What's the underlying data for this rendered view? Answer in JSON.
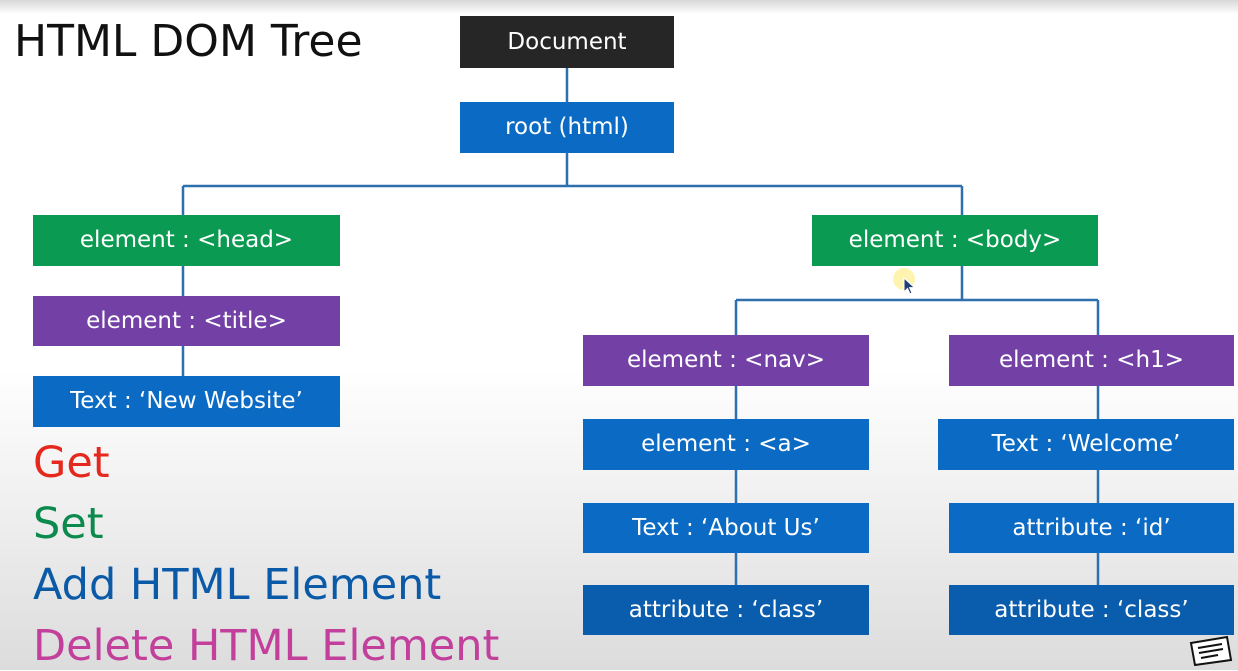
{
  "title": "HTML DOM Tree",
  "tree": {
    "document": "Document",
    "root": "root (html)",
    "head": "element : <head>",
    "title": "element : <title>",
    "title_text": "Text : ‘New Website’",
    "body": "element : <body>",
    "nav": "element : <nav>",
    "a": "element : <a>",
    "a_text": "Text : ‘About Us’",
    "a_attr": "attribute : ‘class’",
    "h1": "element : <h1>",
    "h1_text": "Text : ‘Welcome’",
    "h1_attr_id": "attribute : ‘id’",
    "h1_attr_class": "attribute : ‘class’"
  },
  "operations": {
    "get": "Get",
    "set": "Set",
    "add": "Add HTML Element",
    "delete": "Delete HTML Element"
  },
  "colors": {
    "document_node": "#262626",
    "blue_node": "#0b6bc4",
    "green_node": "#0a9a52",
    "purple_node": "#7340a6",
    "dark_blue_node": "#0a5cad",
    "connector": "#2e6fae",
    "get": "#e5281d",
    "set": "#0a8a4c",
    "add": "#0a5aa8",
    "delete": "#c23f9b"
  },
  "icons": {
    "cursor": "mouse-pointer-icon",
    "tray": "keyboard-tray-icon"
  }
}
